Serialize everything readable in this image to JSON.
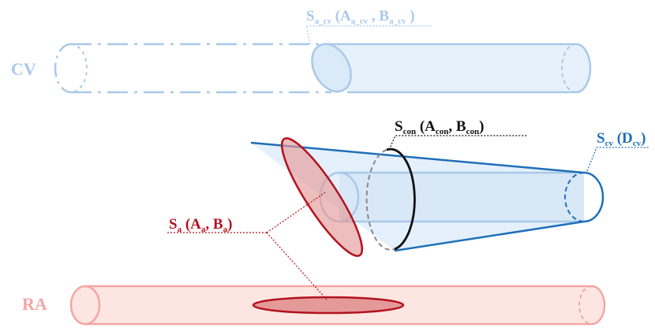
{
  "labels": {
    "cv": "CV",
    "ra": "RA",
    "s_a_cv": {
      "S": "S",
      "S_sub": "a_cv",
      "open": " (A",
      "A_sub": "a_cv",
      "mid": " , B",
      "B_sub": "a_cv",
      "close": " )"
    },
    "s_con": {
      "S": "S",
      "S_sub": "con",
      "open": " (A",
      "A_sub": "con",
      "mid": ", B",
      "B_sub": "con",
      "close": ")"
    },
    "s_cv": {
      "S": "S",
      "S_sub": "cv",
      "open": " (D",
      "D_sub": "cv",
      "close": ")"
    },
    "s_a": {
      "S": "S",
      "S_sub": "a",
      "open": " (A",
      "A_sub": "a",
      "mid": ", B",
      "B_sub": "a",
      "close": ")"
    }
  },
  "colors": {
    "cv_faded": "#a9c9e8",
    "cv_fill": "#e7f1fb",
    "cv_strong": "#1f6fb8",
    "ra_stroke": "#f4a5a5",
    "ra_fill": "#fde6e1",
    "red": "#b3121e",
    "red_fill": "#e59a9a",
    "black": "#111111",
    "dash_gray": "#888888"
  }
}
